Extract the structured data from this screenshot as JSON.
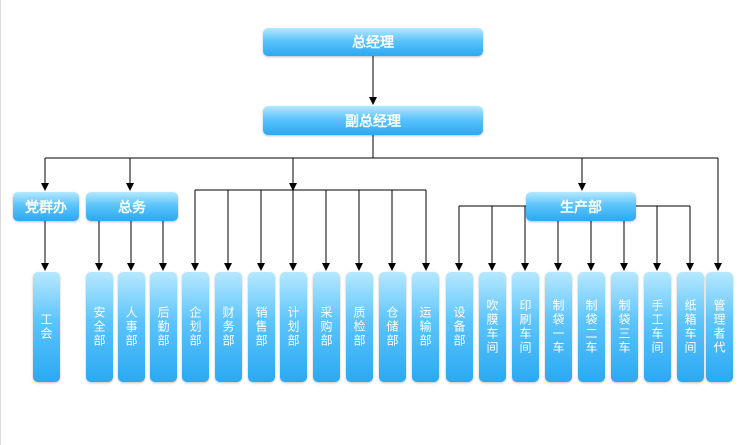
{
  "diagram": {
    "nodes": {
      "gm": "总经理",
      "dgm": "副总经理",
      "party_office": "党群办",
      "general_affairs": "总务",
      "production": "生产部",
      "union": "工会",
      "safety": "安全部",
      "hr": "人事部",
      "logistics": "后勤部",
      "planning_div": "企划部",
      "finance": "财务部",
      "sales": "销售部",
      "planning": "计划部",
      "purchasing": "采购部",
      "quality": "质检部",
      "warehouse": "仓储部",
      "transport": "运输部",
      "equipment": "设备部",
      "film_blowing": "吹膜车间",
      "printing": "印刷车间",
      "bag1": "制袋一车",
      "bag2": "制袋二车",
      "bag3": "制袋三车",
      "manual": "手工车间",
      "carton": "纸箱车间",
      "mgmt_rep": "管理者代"
    },
    "colors": {
      "node_light": "#b6e8ff",
      "node_dark": "#2aa9f2",
      "line": "#000000"
    }
  }
}
